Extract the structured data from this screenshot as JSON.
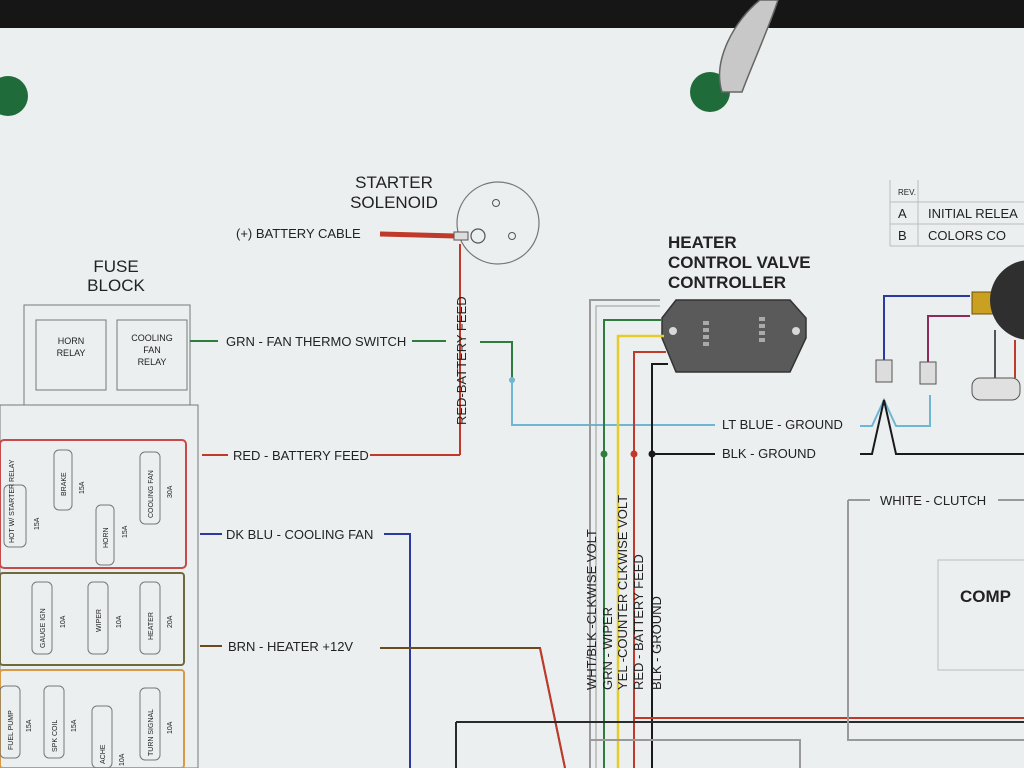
{
  "colors": {
    "green": "#2e7d3e",
    "red": "#c0392b",
    "blue_lt": "#6fb6d4",
    "dk_blue": "#2b3aa0",
    "brown": "#6b4a1e",
    "yellow": "#e6cc2a",
    "black": "#1a1a1a",
    "white_wire": "#9a9a9a",
    "fuse_red": "#c74a4a",
    "fuse_olive": "#6f6a3a",
    "fuse_orange": "#d69a45"
  },
  "starter": {
    "title_line1": "STARTER",
    "title_line2": "SOLENOID",
    "battery_cable": "(+) BATTERY CABLE",
    "feed_label": "RED-BATTERY FEED"
  },
  "fuse_block": {
    "title_line1": "FUSE",
    "title_line2": "BLOCK",
    "horn_relay": [
      "HORN",
      "RELAY"
    ],
    "cooling_fan_relay": [
      "COOLING",
      "FAN",
      "RELAY"
    ],
    "fuses_row1": [
      {
        "name": "HOT W/ STARTER RELAY",
        "amp": "15A"
      },
      {
        "name": "BRAKE",
        "amp": "15A"
      },
      {
        "name": "HORN",
        "amp": "15A"
      },
      {
        "name": "COOLING FAN",
        "amp": "30A"
      }
    ],
    "fuses_row2": [
      {
        "name": "GAUGE IGN",
        "amp": "10A"
      },
      {
        "name": "WIPER",
        "amp": "10A"
      },
      {
        "name": "HEATER",
        "amp": "20A"
      }
    ],
    "fuses_row3": [
      {
        "name": "FUEL PUMP",
        "amp": "15A"
      },
      {
        "name": "SPK COIL",
        "amp": "15A"
      },
      {
        "name": "ACHE",
        "amp": "10A"
      },
      {
        "name": "TURN SIGNAL",
        "amp": "10A"
      }
    ]
  },
  "wires": {
    "grn_fan": "GRN - FAN THERMO SWITCH",
    "red_battery": "RED - BATTERY FEED",
    "dk_blu_fan": "DK BLU - COOLING FAN",
    "brn_heater": "BRN - HEATER +12V",
    "lt_blue_ground": "LT BLUE - GROUND",
    "blk_ground": "BLK - GROUND",
    "white_clutch": "WHITE - CLUTCH"
  },
  "heater_controller": {
    "title_line1": "HEATER",
    "title_line2": "CONTROL VALVE",
    "title_line3": "CONTROLLER",
    "leads": [
      "WHT/BLK -CLKWISE VOLT",
      "GRN - WIPER",
      "YEL -COUNTER CLKWISE VOLT",
      "RED - BATTERY FEED",
      "BLK - GROUND"
    ]
  },
  "revision_table": {
    "header": "REV.",
    "rows": [
      {
        "rev": "A",
        "desc": "INITIAL RELEA"
      },
      {
        "rev": "B",
        "desc": "COLORS CO"
      }
    ]
  },
  "compressor_label": "COMP"
}
